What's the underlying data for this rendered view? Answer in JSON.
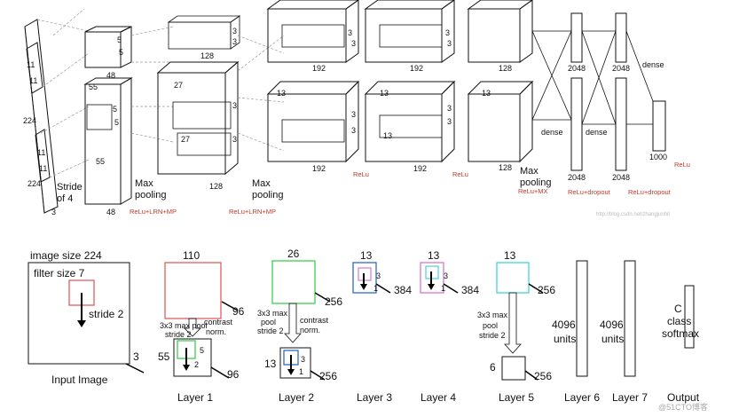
{
  "top": {
    "input": {
      "dim_h": "224",
      "dim_w": "224",
      "dim_d": "3",
      "kernel1": "11",
      "kernel2": "11",
      "kernel3": "11",
      "kernel4": "11",
      "stride": "Stride of 4"
    },
    "conv1": {
      "k1": "5",
      "k2": "5",
      "k3": "5",
      "k4": "5",
      "h": "55",
      "w": "55",
      "d": "48",
      "d_top": "48"
    },
    "pool1": {
      "label": "Max pooling",
      "note": "ReLu+LRN+MP"
    },
    "conv2": {
      "k1": "3",
      "k2": "3",
      "k3": "3",
      "k4": "3",
      "h": "27",
      "w": "27",
      "d_top": "128",
      "d": "128"
    },
    "pool2": {
      "label": "Max pooling",
      "note": "ReLu+LRN+MP"
    },
    "conv3": {
      "k1": "3",
      "k2": "3",
      "k3": "3",
      "k4": "3",
      "h": "13",
      "d_top": "192",
      "d": "192",
      "note": "ReLu"
    },
    "conv4": {
      "k1": "3",
      "k2": "3",
      "k3": "3",
      "k4": "3",
      "h": "13",
      "h2": "13",
      "d_top": "192",
      "d": "192",
      "note": "ReLu"
    },
    "conv5": {
      "h": "13",
      "d_top": "128",
      "d": "128"
    },
    "pool3": {
      "label": "Max pooling",
      "note": "ReLu+MX"
    },
    "fc": {
      "dense1": "dense",
      "dense2": "dense",
      "dense3": "dense",
      "n1_top": "2048",
      "n1_bot": "2048",
      "n2_top": "2048",
      "n2_bot": "2048",
      "out": "1000",
      "note_dropout1": "ReLu+dropout",
      "note_dropout2": "ReLu+dropout",
      "note_relu": "ReLu"
    },
    "watermark": "http://blog.csdn.net/zhangjunhit"
  },
  "bottom": {
    "input": {
      "image_size": "image size 224",
      "filter_size": "filter size 7",
      "stride": "stride 2",
      "depth": "3",
      "label": "Input Image"
    },
    "layer1": {
      "top": "110",
      "pool": "3x3 max pool stride 2",
      "contrast": "contrast norm.",
      "side": "96",
      "inner": "55",
      "k5": "5",
      "k2": "2",
      "bottom": "96",
      "label": "Layer 1"
    },
    "layer2": {
      "top": "26",
      "side": "256",
      "pool": "3x3 max pool stride 2",
      "contrast": "contrast norm.",
      "inner": "13",
      "k3": "3",
      "k1": "1",
      "bottom": "256",
      "label": "Layer 2"
    },
    "layer3": {
      "top": "13",
      "k3": "3",
      "k1": "1",
      "side": "384",
      "label": "Layer 3"
    },
    "layer4": {
      "top": "13",
      "k3": "3",
      "k1": "1",
      "side": "384",
      "label": "Layer 4"
    },
    "layer5": {
      "top": "13",
      "side": "256",
      "pool": "3x3 max pool stride 2",
      "inner": "6",
      "bottom": "256",
      "label": "Layer 5"
    },
    "layer6": {
      "units": "4096 units",
      "label": "Layer 6"
    },
    "layer7": {
      "units": "4096 units",
      "label": "Layer 7"
    },
    "output": {
      "text": "C class softmax",
      "label": "Output"
    },
    "watermark": "@51CTO博客"
  }
}
